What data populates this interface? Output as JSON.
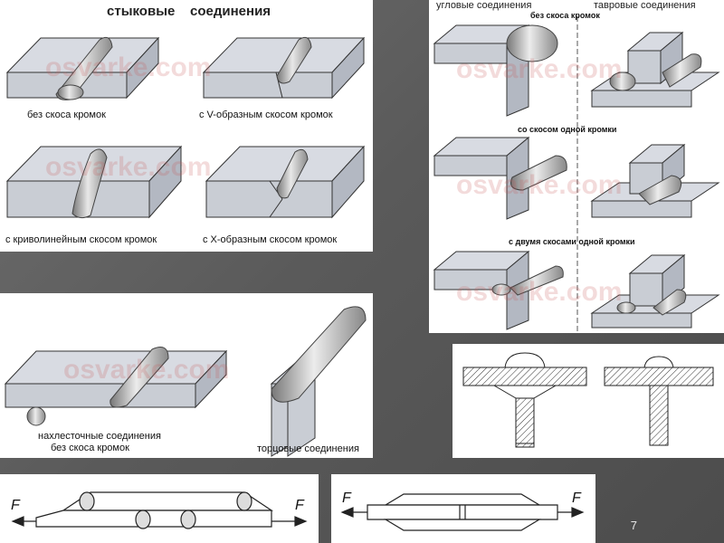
{
  "panels": {
    "butt": {
      "title": "стыковые    соединения",
      "labels": [
        "без скоса кромок",
        "с V-образным скосом кромок",
        "с криволинейным скосом кромок",
        "с Х-образным скосом кромок"
      ],
      "watermark": "osvarke.com"
    },
    "corner_tee": {
      "left_title": "угловые соединения",
      "right_title": "тавровые соединения",
      "row_labels": [
        "без скоса кромок",
        "со скосом одной кромки",
        "с двумя скосами одной кромки"
      ],
      "watermark": "osvarke.com"
    },
    "lap_end": {
      "lap_label_line1": "нахлесточные соединения",
      "lap_label_line2": "без скоса кромок",
      "end_label": "торцовые соединения",
      "watermark": "osvarke.com"
    },
    "force_left": {
      "force_left": "F",
      "force_right": "F"
    },
    "force_right": {
      "force_left": "F",
      "force_right": "F"
    }
  },
  "page_number": "7"
}
